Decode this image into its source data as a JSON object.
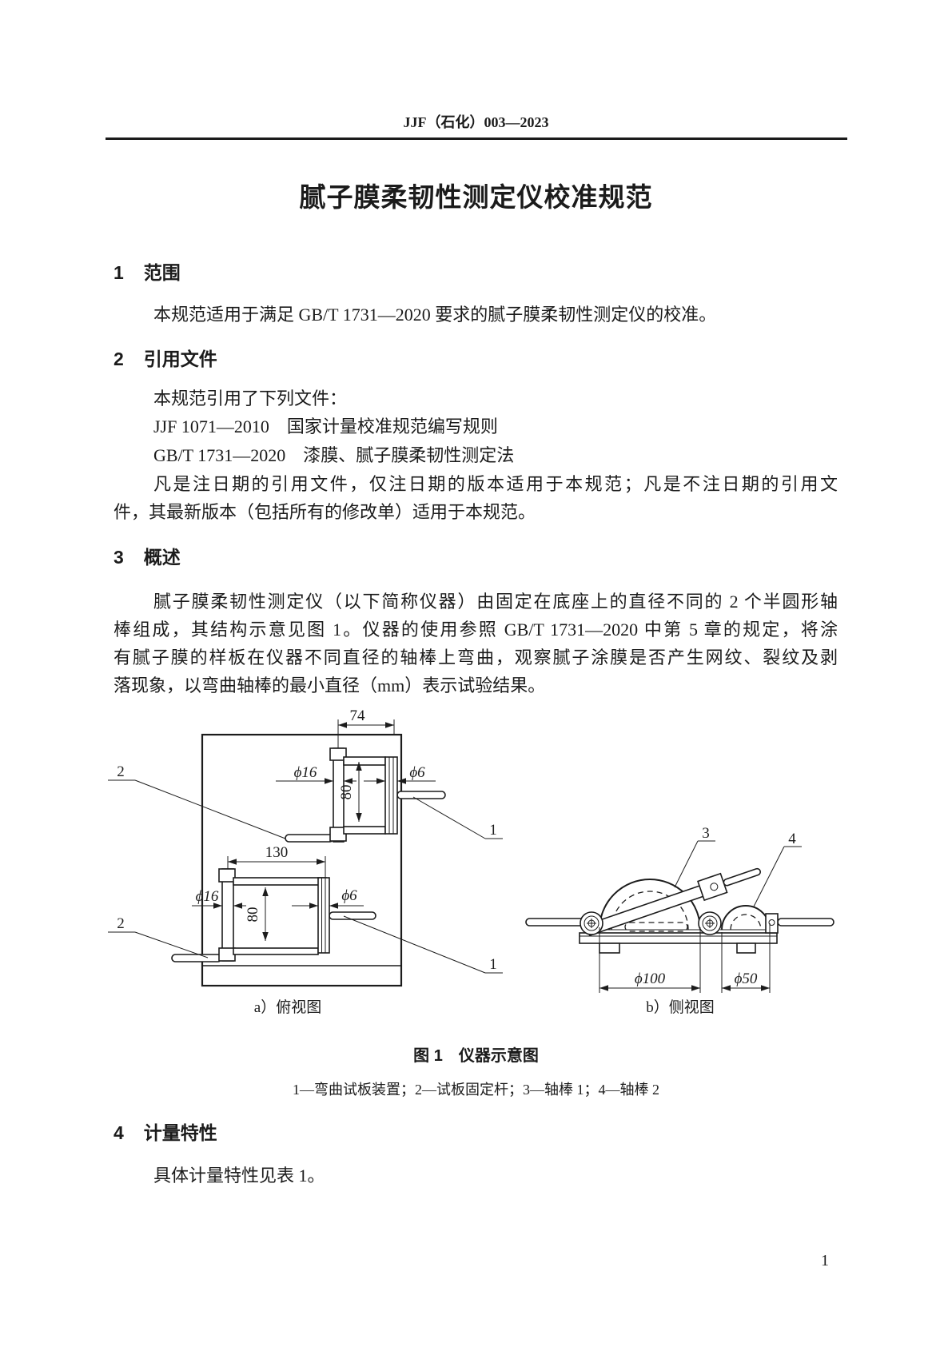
{
  "header": {
    "doc_code": "JJF（石化）003—2023"
  },
  "title": "腻子膜柔韧性测定仪校准规范",
  "sections": {
    "s1": {
      "num": "1",
      "heading": "范围",
      "line1": "本规范适用于满足 GB/T 1731—2020 要求的腻子膜柔韧性测定仪的校准。"
    },
    "s2": {
      "num": "2",
      "heading": "引用文件",
      "line1": "本规范引用了下列文件：",
      "line2": "JJF 1071—2010　国家计量校准规范编写规则",
      "line3": "GB/T 1731—2020　漆膜、腻子膜柔韧性测定法",
      "line4": "凡是注日期的引用文件，仅注日期的版本适用于本规范；凡是不注日期的引用文",
      "line5": "件，其最新版本（包括所有的修改单）适用于本规范。"
    },
    "s3": {
      "num": "3",
      "heading": "概述",
      "line1": "腻子膜柔韧性测定仪（以下简称仪器）由固定在底座上的直径不同的 2 个半圆形轴",
      "line2": "棒组成，其结构示意见图 1。仪器的使用参照 GB/T 1731—2020 中第 5 章的规定，将涂",
      "line3": "有腻子膜的样板在仪器不同直径的轴棒上弯曲，观察腻子涂膜是否产生网纹、裂纹及剥",
      "line4": "落现象，以弯曲轴棒的最小直径（mm）表示试验结果。"
    },
    "s4": {
      "num": "4",
      "heading": "计量特性",
      "line1": "具体计量特性见表 1。"
    }
  },
  "figure": {
    "caption_a": "a）俯视图",
    "caption_b": "b）侧视图",
    "title": "图 1　仪器示意图",
    "legend": "1—弯曲试板装置；2—试板固定杆；3—轴棒 1；4—轴棒 2",
    "top_view": {
      "dim_74": "74",
      "dim_130": "130",
      "dim_80": "80",
      "dim_phi16": "ϕ16",
      "dim_phi6": "ϕ6",
      "label_1": "1",
      "label_2": "2"
    },
    "side_view": {
      "label_3": "3",
      "label_4": "4",
      "dim_phi100": "ϕ100",
      "dim_phi50": "ϕ50"
    }
  },
  "page_number": "1"
}
